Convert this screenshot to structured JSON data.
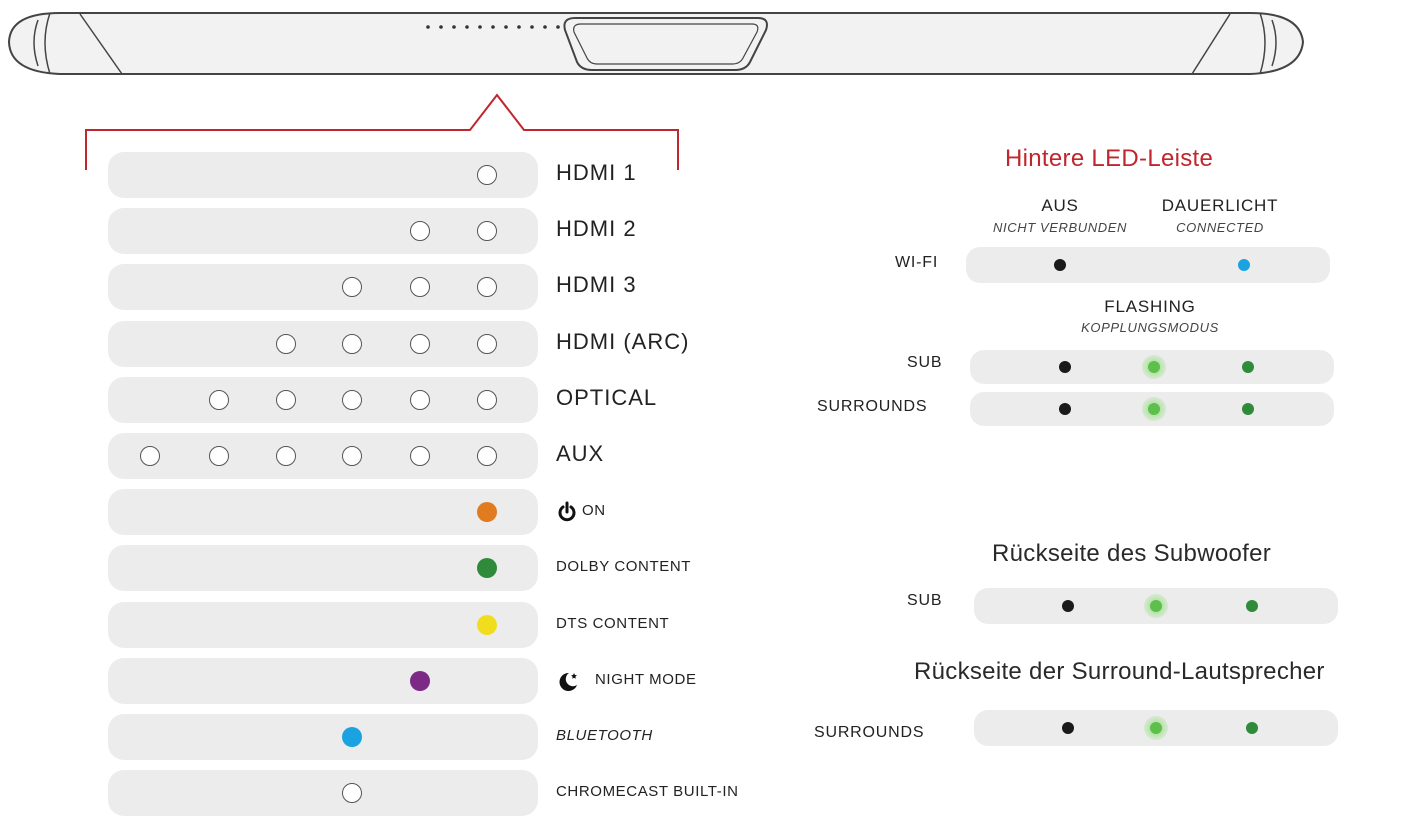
{
  "input_rows": [
    {
      "label": "HDMI 1",
      "size": "big",
      "italic": false,
      "icon": null,
      "leds": [
        {
          "pos": 6,
          "color": "off"
        }
      ]
    },
    {
      "label": "HDMI 2",
      "size": "big",
      "italic": false,
      "icon": null,
      "leds": [
        {
          "pos": 5,
          "color": "off"
        },
        {
          "pos": 6,
          "color": "off"
        }
      ]
    },
    {
      "label": "HDMI 3",
      "size": "big",
      "italic": false,
      "icon": null,
      "leds": [
        {
          "pos": 4,
          "color": "off"
        },
        {
          "pos": 5,
          "color": "off"
        },
        {
          "pos": 6,
          "color": "off"
        }
      ]
    },
    {
      "label": "HDMI (ARC)",
      "size": "big",
      "italic": false,
      "icon": null,
      "leds": [
        {
          "pos": 3,
          "color": "off"
        },
        {
          "pos": 4,
          "color": "off"
        },
        {
          "pos": 5,
          "color": "off"
        },
        {
          "pos": 6,
          "color": "off"
        }
      ]
    },
    {
      "label": "OPTICAL",
      "size": "big",
      "italic": false,
      "icon": null,
      "leds": [
        {
          "pos": 2,
          "color": "off"
        },
        {
          "pos": 3,
          "color": "off"
        },
        {
          "pos": 4,
          "color": "off"
        },
        {
          "pos": 5,
          "color": "off"
        },
        {
          "pos": 6,
          "color": "off"
        }
      ]
    },
    {
      "label": "AUX",
      "size": "big",
      "italic": false,
      "icon": null,
      "leds": [
        {
          "pos": 1,
          "color": "off"
        },
        {
          "pos": 2,
          "color": "off"
        },
        {
          "pos": 3,
          "color": "off"
        },
        {
          "pos": 4,
          "color": "off"
        },
        {
          "pos": 5,
          "color": "off"
        },
        {
          "pos": 6,
          "color": "off"
        }
      ]
    },
    {
      "label": "ON",
      "size": "small",
      "italic": false,
      "icon": "power-icon",
      "leds": [
        {
          "pos": 6,
          "color": "#e07b1f"
        }
      ]
    },
    {
      "label": "DOLBY CONTENT",
      "size": "small",
      "italic": false,
      "icon": null,
      "leds": [
        {
          "pos": 6,
          "color": "#2f8a3a"
        }
      ]
    },
    {
      "label": "DTS CONTENT",
      "size": "small",
      "italic": false,
      "icon": null,
      "leds": [
        {
          "pos": 6,
          "color": "#f0de1e"
        }
      ]
    },
    {
      "label": "NIGHT MODE",
      "size": "small",
      "italic": false,
      "icon": "moon-icon",
      "leds": [
        {
          "pos": 5,
          "color": "#7d2a86"
        }
      ]
    },
    {
      "label": "BLUETOOTH",
      "size": "small",
      "italic": true,
      "icon": null,
      "leds": [
        {
          "pos": 4,
          "color": "#1aa3e0"
        }
      ]
    },
    {
      "label": "CHROMECAST BUILT-IN",
      "size": "small",
      "italic": false,
      "icon": null,
      "leds": [
        {
          "pos": 4,
          "color": "off"
        }
      ]
    }
  ],
  "rear_led": {
    "title": "Hintere LED-Leiste",
    "col_off": {
      "head": "AUS",
      "sub": "NICHT VERBUNDEN"
    },
    "col_solid": {
      "head": "DAUERLICHT",
      "sub": "CONNECTED"
    },
    "flash_head": "FLASHING",
    "flash_sub": "KOPPLUNGSMODUS",
    "wifi_label": "WI-FI",
    "sub_label": "SUB",
    "surrounds_label": "SURROUNDS"
  },
  "sub_rear": {
    "title": "Rückseite des Subwoofer",
    "label": "SUB"
  },
  "surround_rear": {
    "title": "Rückseite der Surround-Lautsprecher",
    "label": "SURROUNDS"
  },
  "colors": {
    "accent_red": "#c0262d",
    "black": "#1a1a1a",
    "blue": "#1aa3e0",
    "green": "#2f8a3a",
    "flash_green": "#5cc04a"
  }
}
